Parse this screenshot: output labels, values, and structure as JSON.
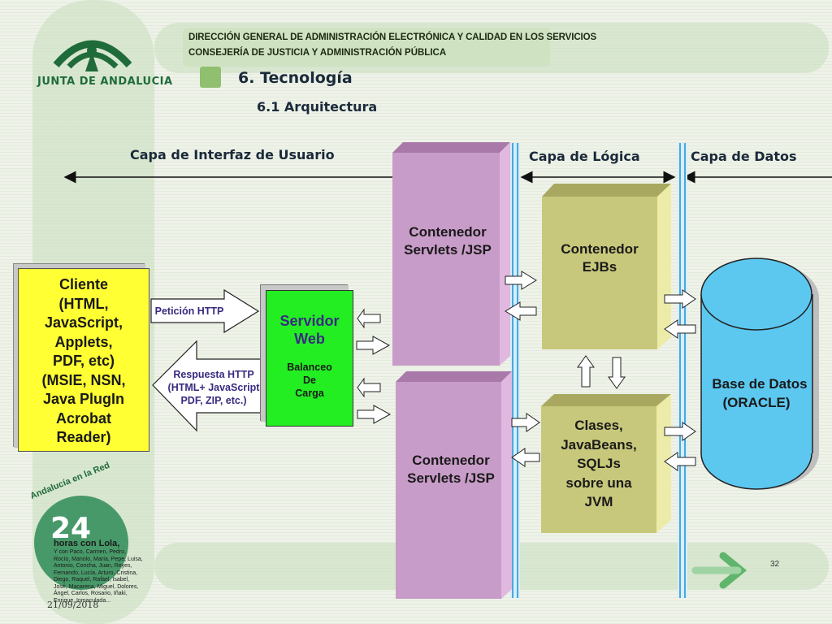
{
  "header": {
    "line1": "DIRECCIÓN GENERAL DE ADMINISTRACIÓN ELECTRÓNICA Y CALIDAD EN LOS SERVICIOS",
    "line2": "CONSEJERÍA DE JUSTICIA Y ADMINISTRACIÓN PÚBLICA",
    "logo_text": "JUNTA DE ANDALUCIA"
  },
  "title": "6. Tecnología",
  "subtitle": "6.1 Arquitectura",
  "layers": {
    "interfaz": "Capa de Interfaz de Usuario",
    "logica": "Capa de Lógica",
    "datos": "Capa de Datos"
  },
  "client": {
    "lines": [
      "Cliente",
      "(HTML,",
      "JavaScript,",
      "Applets,",
      "PDF, etc)",
      "(MSIE, NSN,",
      "Java PlugIn",
      "Acrobat",
      "Reader)"
    ]
  },
  "request_label": "Petición HTTP",
  "response_label": {
    "lines": [
      "Respuesta HTTP",
      "(HTML+ JavaScript",
      "PDF, ZIP, etc.)"
    ]
  },
  "servidor": {
    "title_lines": [
      "Servidor",
      "Web"
    ],
    "sub_lines": [
      "Balanceo",
      "De",
      "Carga"
    ]
  },
  "servlets_top": {
    "lines": [
      "Contenedor",
      "Servlets /JSP"
    ]
  },
  "servlets_bottom": {
    "lines": [
      "Contenedor",
      "Servlets /JSP"
    ]
  },
  "ejbs": {
    "lines": [
      "Contenedor",
      "EJBs"
    ]
  },
  "clases": {
    "lines": [
      "Clases,",
      "JavaBeans,",
      "SQLJs",
      "sobre una",
      "JVM"
    ]
  },
  "database": {
    "lines": [
      "Base de Datos",
      "(ORACLE)"
    ]
  },
  "footer": {
    "page_number": "32",
    "date": "21/09/2018",
    "ad_arc": "Andalucía en la Red",
    "ad_big": "24",
    "ad_line1": "horas con Lola,",
    "ad_line2": "Y con Paco, Carmen, Pedro, Rocío, Manolo, María, Pepe, Luisa, Antonio, Concha, Juan, Reyes, Fernando, Lucía, Arturo, Cristina, Diego, Raquel, Rafael, Isabel, José, Macarena, Miguel, Dolores, Ángel, Carlos, Rosario, Iñaki, Enrique, Inmaculada..."
  },
  "colors": {
    "client": "#ffff33",
    "servidor": "#22ee22",
    "servlets": "#c89cc8",
    "logic": "#c8c87c",
    "database": "#5cc8f0"
  }
}
